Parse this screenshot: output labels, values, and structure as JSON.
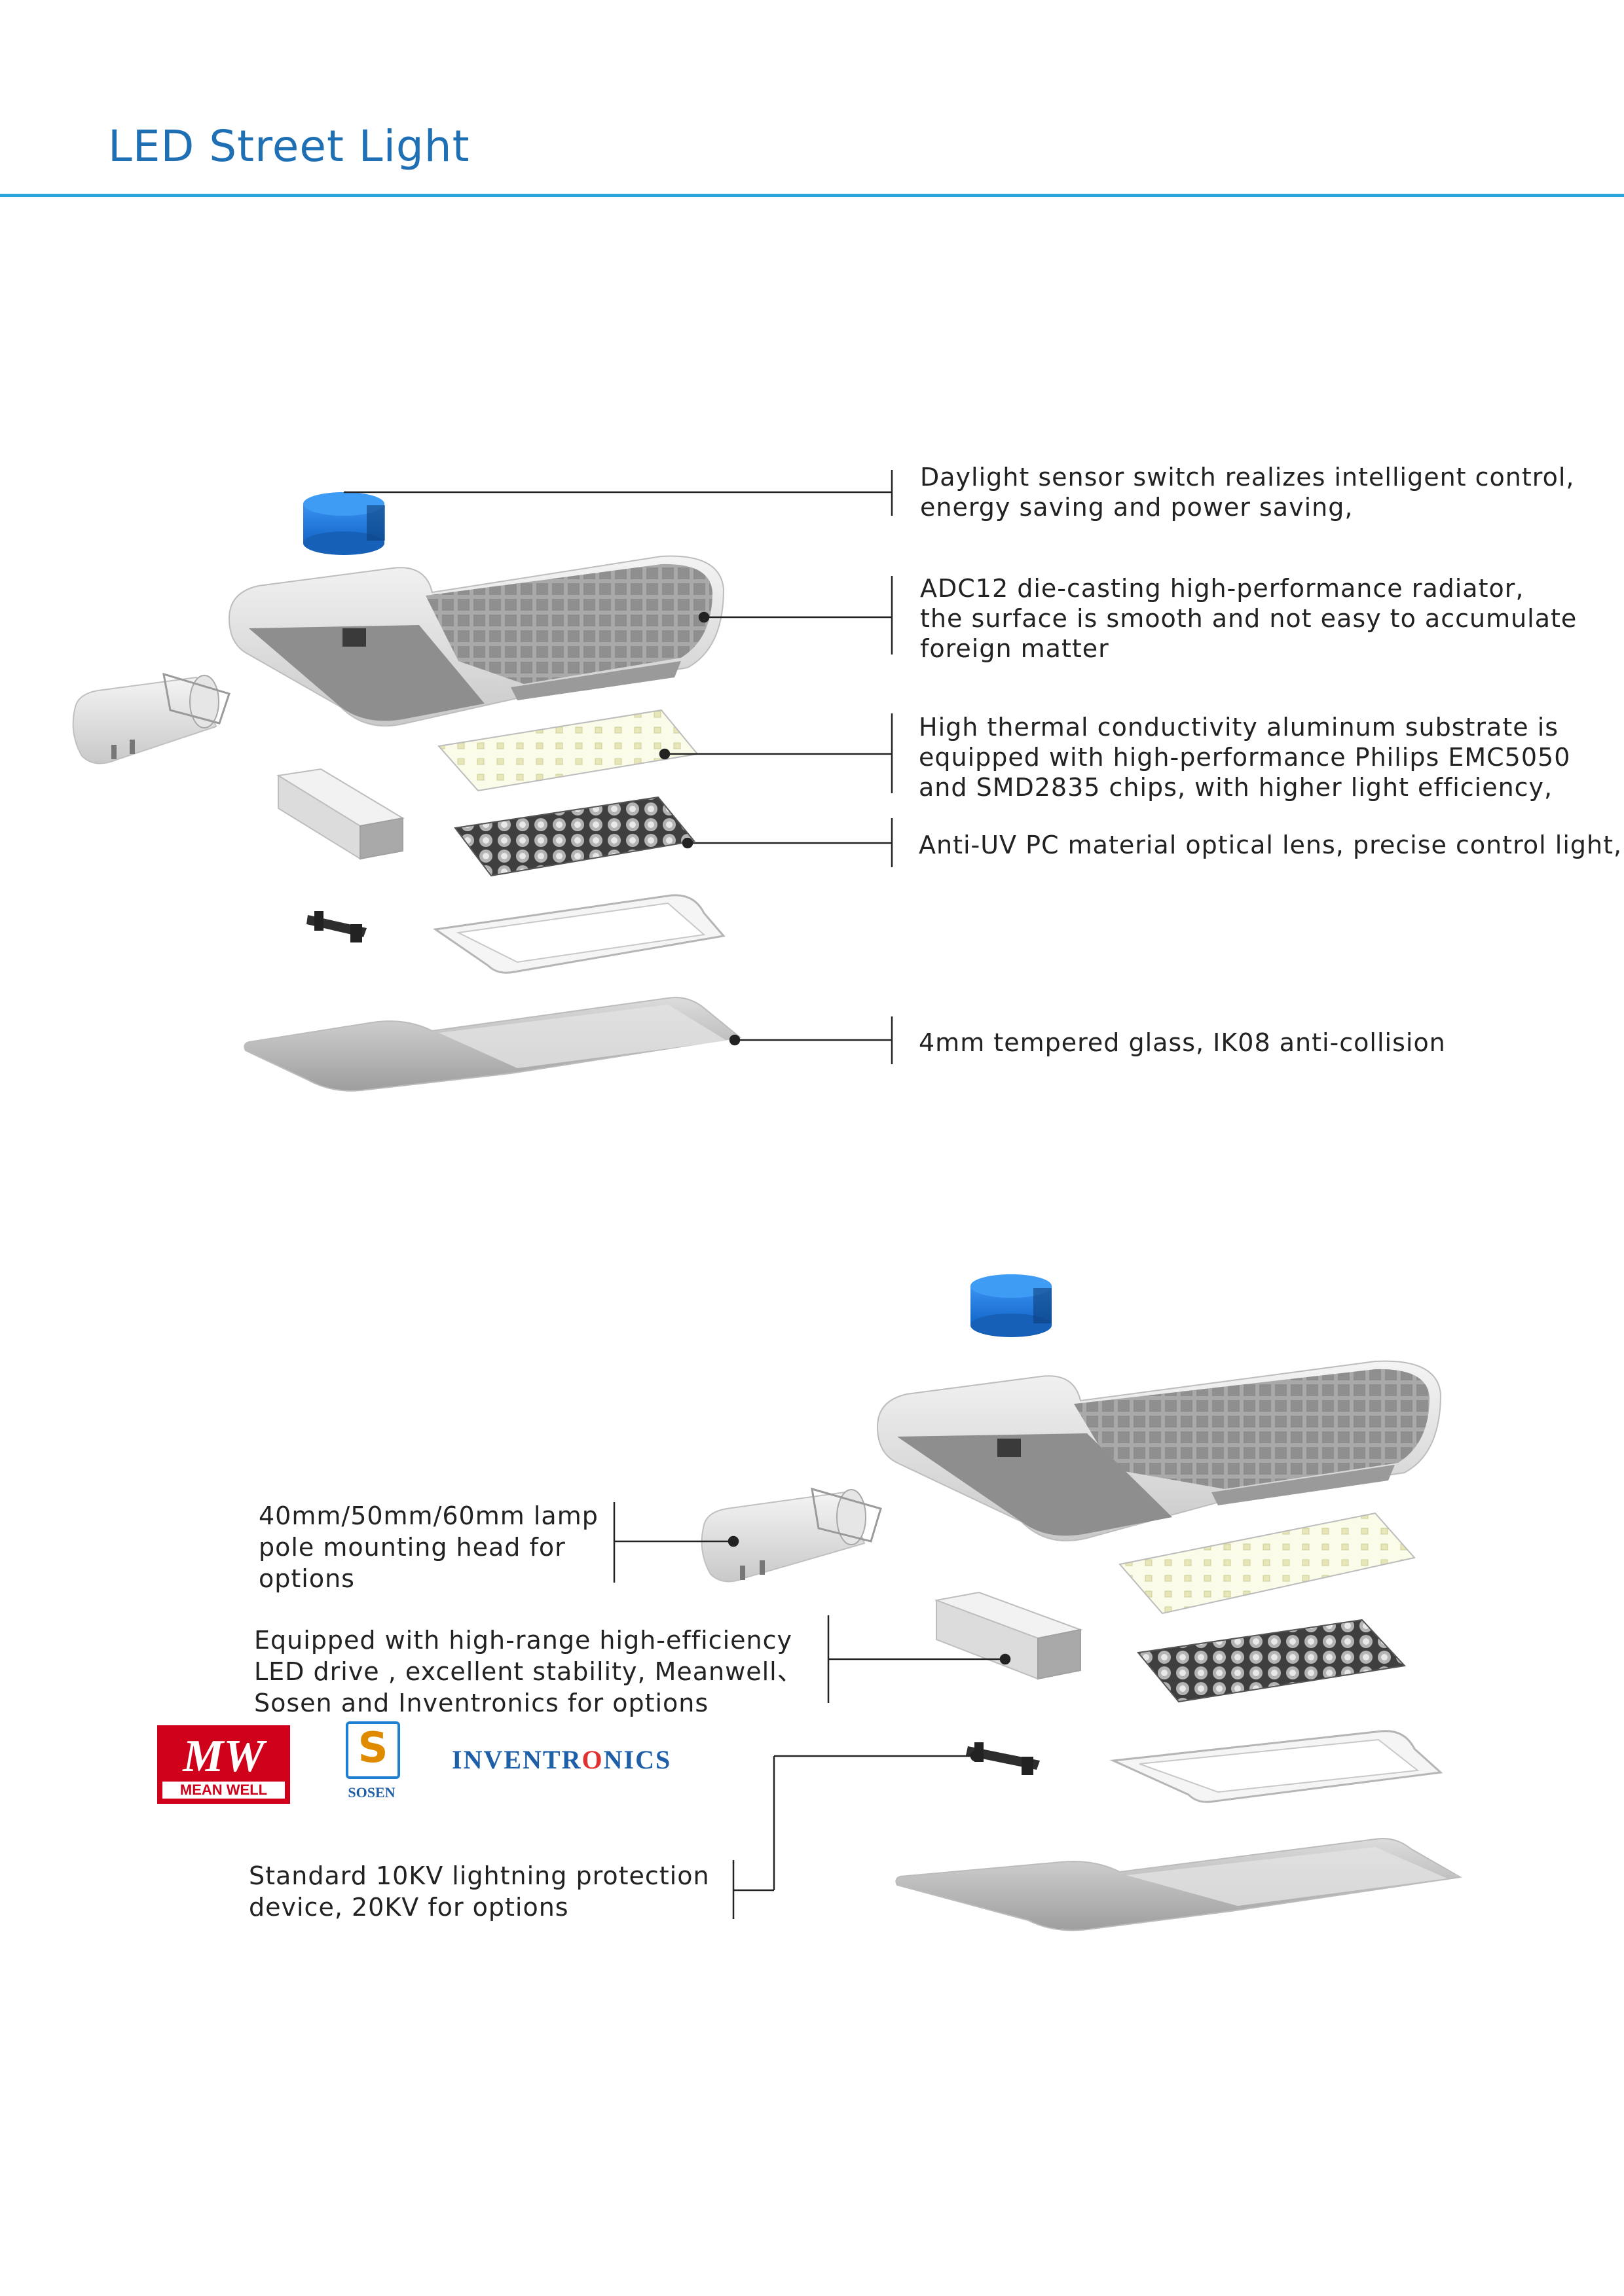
{
  "header": {
    "title": "LED Street Light"
  },
  "section1": {
    "callouts": [
      {
        "lines": [
          "Daylight sensor switch realizes intelligent control,",
          "energy saving and power saving,"
        ]
      },
      {
        "lines": [
          "ADC12 die-casting high-performance radiator,",
          "the surface is smooth and not easy to accumulate",
          "foreign matter"
        ]
      },
      {
        "lines": [
          "High thermal conductivity aluminum substrate is",
          "equipped with high-performance Philips EMC5050",
          "and SMD2835 chips, with higher light efficiency,"
        ]
      },
      {
        "lines": [
          "Anti-UV PC material optical lens, precise control light,"
        ]
      },
      {
        "lines": [
          "4mm tempered glass, IK08 anti-collision"
        ]
      }
    ]
  },
  "section2": {
    "callouts": [
      {
        "lines": [
          "40mm/50mm/60mm lamp",
          "pole mounting head for",
          "options"
        ]
      },
      {
        "lines": [
          "Equipped with high-range high-efficiency",
          "LED drive , excellent stability, Meanwell、",
          "Sosen and Inventronics for options"
        ]
      },
      {
        "lines": [
          "Standard 10KV lightning protection",
          "device, 20KV for options"
        ]
      }
    ],
    "logos": {
      "meanwell": {
        "mark": "MW",
        "text": "MEAN WELL"
      },
      "sosen": {
        "mark": "S",
        "text": "SOSEN"
      },
      "inventronics": {
        "before": "INVENTR",
        "o": "O",
        "after": "NICS"
      }
    }
  },
  "colors": {
    "title": "#1f6fb5",
    "rule": "#2aa6da",
    "sensor": "#1e7be0",
    "meanwell": "#d0021b"
  }
}
